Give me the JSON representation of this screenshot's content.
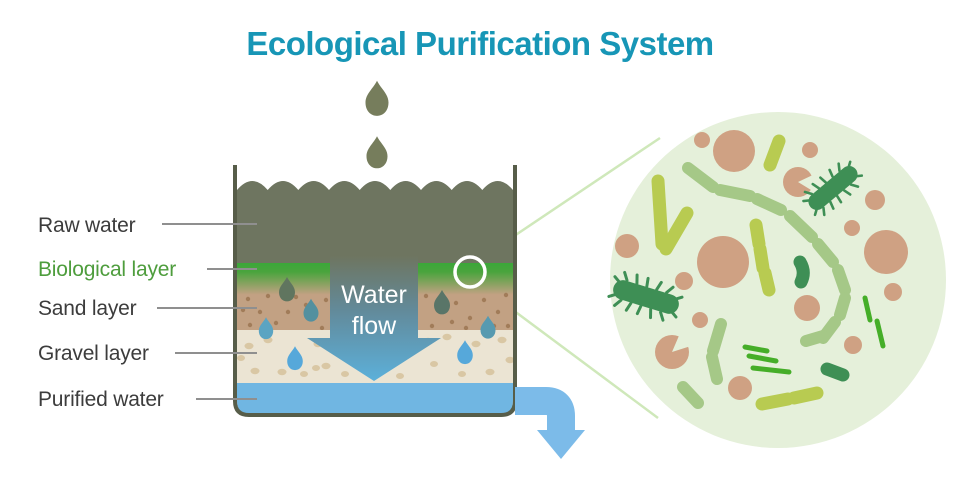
{
  "title": {
    "text": "Ecological Purification System",
    "color": "#1796b6"
  },
  "labels": [
    {
      "text": "Raw water",
      "color": "#3c3c3c"
    },
    {
      "text": "Biological layer",
      "color": "#4e9d3d"
    },
    {
      "text": "Sand layer",
      "color": "#3c3c3c"
    },
    {
      "text": "Gravel layer",
      "color": "#3c3c3c"
    },
    {
      "text": "Purified water",
      "color": "#3c3c3c"
    }
  ],
  "water_flow": {
    "line1": "Water",
    "line2": "flow",
    "color": "#ffffff"
  },
  "palette": {
    "title_teal": "#1796b6",
    "label_gray": "#3c3c3c",
    "biological_label_green": "#4e9d3d",
    "leader_line_gray": "#8f8f8f",
    "tank_outline": "#575d49",
    "raw_water_olive": "#6e7560",
    "biological_green": "#3ba739",
    "sand_tan": "#c2a183",
    "sand_dot_brown": "#a17c59",
    "gravel_cream": "#ebe4d3",
    "gravel_pebble": "#d9c7a4",
    "purified_blue": "#70b6e2",
    "outlet_pipe_blue": "#7cbbe9",
    "flow_arrow_top": "#6e7560",
    "flow_arrow_bottom": "#5cb0da",
    "falling_drop_olive": "#767d5c",
    "drop_dark_olive": "#60755f",
    "drop_teal": "#53909f",
    "drop_light_teal": "#5ba4c2",
    "drop_blue": "#56a8da",
    "magnifier_circle_bg": "#e5f0da",
    "magnifier_ring_white": "#ffffff",
    "cone_line_green": "#cfe8ba",
    "microbe_tan": "#cfa183",
    "microbe_yellow_green": "#b8cb51",
    "microbe_sage": "#a5c887",
    "microbe_dark_green": "#3e8f55",
    "microbe_bright_green": "#45ae28"
  },
  "icons": [
    "water-drop-icon",
    "water-flow-arrow-icon",
    "outlet-pipe-arrow-icon",
    "magnifier-ring-icon",
    "protozoa-icon",
    "bacteria-rod-icon",
    "ciliated-bacteria-icon"
  ]
}
